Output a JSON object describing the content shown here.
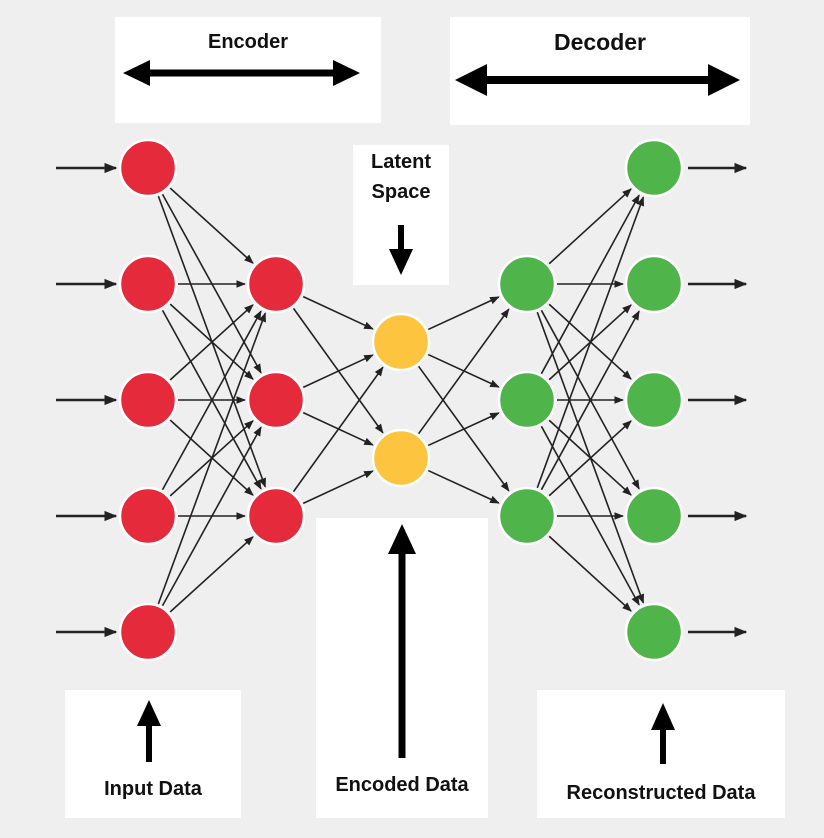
{
  "title": "Autoencoder",
  "colors": {
    "background": "#f0eff0",
    "encoder_node": "#e52b3b",
    "latent_node": "#fdc43f",
    "decoder_node": "#4fb54b",
    "node_border": "#ffffff",
    "edge": "#222222",
    "label_box": "#ffffff"
  },
  "labels": {
    "encoder": "Encoder",
    "decoder": "Decoder",
    "latent_space_line1": "Latent",
    "latent_space_line2": "Space",
    "input_data": "Input Data",
    "encoded_data": "Encoded Data",
    "reconstructed_data": "Reconstructed Data"
  },
  "network": {
    "layers": [
      {
        "name": "input-layer",
        "role": "encoder",
        "units": 5
      },
      {
        "name": "encoder-hidden-layer",
        "role": "encoder",
        "units": 3
      },
      {
        "name": "latent-layer",
        "role": "latent",
        "units": 2
      },
      {
        "name": "decoder-hidden-layer",
        "role": "decoder",
        "units": 3
      },
      {
        "name": "output-layer",
        "role": "decoder",
        "units": 5
      }
    ],
    "connectivity": "fully-connected",
    "input_arrows": true,
    "output_arrows": true
  }
}
